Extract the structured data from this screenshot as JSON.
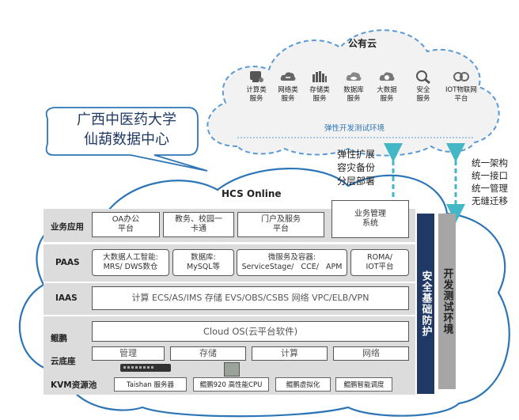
{
  "public_cloud": {
    "title": "公有云",
    "env_label": "弹性开发测试环境",
    "services": [
      {
        "icon": "compute-icon",
        "label": "计算类\n服务"
      },
      {
        "icon": "network-icon",
        "label": "网络类\n服务"
      },
      {
        "icon": "storage-icon",
        "label": "存储类\n服务"
      },
      {
        "icon": "database-icon",
        "label": "数据库\n服务"
      },
      {
        "icon": "bigdata-icon",
        "label": "大数据\n服务"
      },
      {
        "icon": "security-icon",
        "label": "安全\n服务"
      },
      {
        "icon": "iot-icon",
        "label": "IOT物联网\n平台"
      }
    ]
  },
  "callout": {
    "line1": "广西中医药大学",
    "line2": "仙葫数据中心"
  },
  "links": {
    "left": [
      "弹性扩展",
      "容灾备份",
      "分层部署"
    ],
    "right": [
      "统一架构",
      "统一接口",
      "统一管理",
      "无缝迁移"
    ]
  },
  "hcs": {
    "title": "HCS Online",
    "rows": {
      "app": {
        "label": "业务应用",
        "items": [
          "OA办公\n平台",
          "教务、校园一\n卡通",
          "门户及服务\n平台",
          "业务管理\n系统"
        ]
      },
      "paas": {
        "label": "PAAS",
        "items": [
          "大数据人工智能:\nMRS/ DWS数仓",
          "数据库:\nMySQL等",
          "微服务及容器:\nServiceStage/   CCE/   APM",
          "ROMA/\nIOT平台"
        ]
      },
      "iaas": {
        "label": "IAAS",
        "content": "计算 ECS/AS/IMS   存储 EVS/OBS/CSBS   网络 VPC/ELB/VPN"
      },
      "base": {
        "labels": [
          "鲲鹏",
          "云底座",
          "KVM资源池"
        ],
        "cloud_os": "Cloud  OS(云平台软件)",
        "modules": [
          "管理",
          "存储",
          "计算",
          "网络"
        ],
        "chips": [
          "Taishan 服务器",
          "鲲鹏920 高性能CPU",
          "鲲鹏虚拟化",
          "鲲鹏智能调度"
        ]
      }
    },
    "side_bars": {
      "security": "安全基础防护",
      "devtest": "开发测试环境"
    }
  },
  "colors": {
    "dashed_blue": "#5b9bd5",
    "cloud_blue": "#2e75b6",
    "arrow_teal": "#44b7c7",
    "dark_navy": "#1f3864",
    "gray_bar": "#a6a6a6"
  }
}
